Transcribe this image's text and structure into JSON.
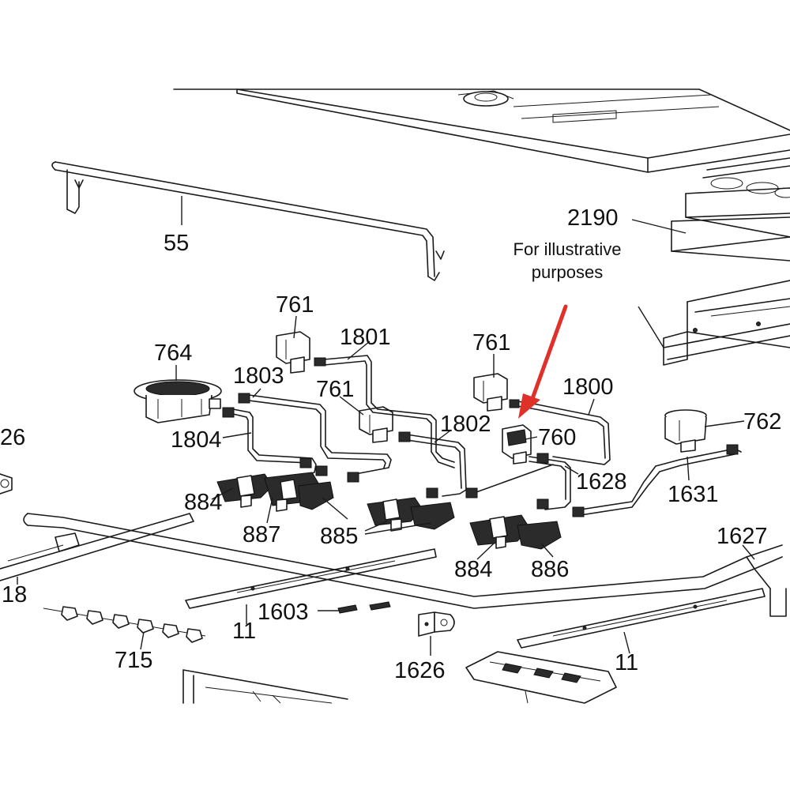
{
  "note": {
    "line1": "For illustrative",
    "line2": "purposes"
  },
  "labels": {
    "p55": "55",
    "p2190": "2190",
    "p761a": "761",
    "p761b": "761",
    "p761c": "761",
    "p764": "764",
    "p1801": "1801",
    "p1803": "1803",
    "p1800": "1800",
    "p1802": "1802",
    "p760": "760",
    "p762": "762",
    "p1804": "1804",
    "p26": "26",
    "p1628": "1628",
    "p1631": "1631",
    "p884a": "884",
    "p887": "887",
    "p885": "885",
    "p1627": "1627",
    "p884b": "884",
    "p886": "886",
    "p18": "18",
    "p1603": "1603",
    "p11a": "11",
    "p715": "715",
    "p1626": "1626",
    "p11b": "11"
  },
  "highlight_color": "#e0302a"
}
